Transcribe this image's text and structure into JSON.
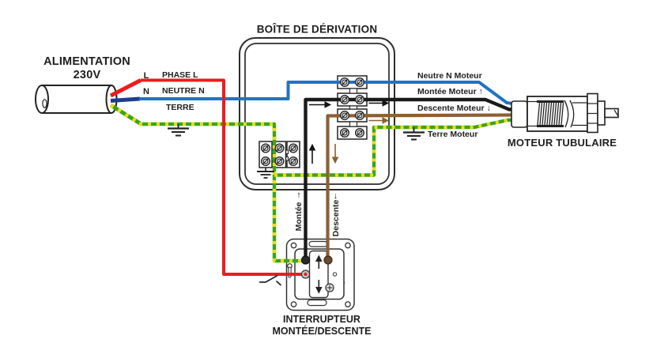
{
  "colors": {
    "phase_red": "#ed1c1c",
    "neutral_blue": "#2173c6",
    "neutral_navy": "#1d3e8c",
    "earth_green": "#3aa51e",
    "earth_yellow": "#e9dd17",
    "up_black": "#1a1a1a",
    "down_brown": "#8d5f33",
    "outline": "#2d2d2d"
  },
  "supply": {
    "title_line1": "ALIMENTATION",
    "title_line2": "230V",
    "phase_tag": "L",
    "phase_label": "PHASE L",
    "neutral_tag": "N",
    "neutral_label": "NEUTRE N",
    "earth_label": "TERRE"
  },
  "junction_box": {
    "title": "BOÎTE DE DÉRIVATION"
  },
  "motor": {
    "title": "MOTEUR TUBULAIRE",
    "neutral_label": "Neutre N Moteur",
    "up_label": "Montée Moteur ↑",
    "down_label": "Descente Moteur ↓",
    "earth_label": "Terre Moteur"
  },
  "switch": {
    "title_line1": "INTERRUPTEUR",
    "title_line2": "MONTÉE/DESCENTE",
    "up_word": "Montée",
    "up_arrow": "↑",
    "down_word": "Descente",
    "down_arrow": "↓"
  }
}
